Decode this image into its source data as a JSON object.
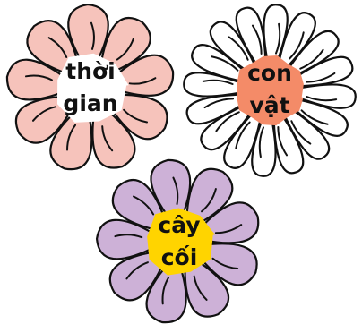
{
  "flowers": [
    {
      "lines": [
        "thời",
        "gian"
      ],
      "petal_color": "#f6c3bb",
      "center_color": "#ffffff"
    },
    {
      "lines": [
        "con",
        "vật"
      ],
      "petal_color": "#ffffff",
      "center_color": "#f48b68"
    },
    {
      "lines": [
        "cây",
        "cối"
      ],
      "petal_color": "#cdb1d7",
      "center_color": "#ffd400"
    }
  ]
}
